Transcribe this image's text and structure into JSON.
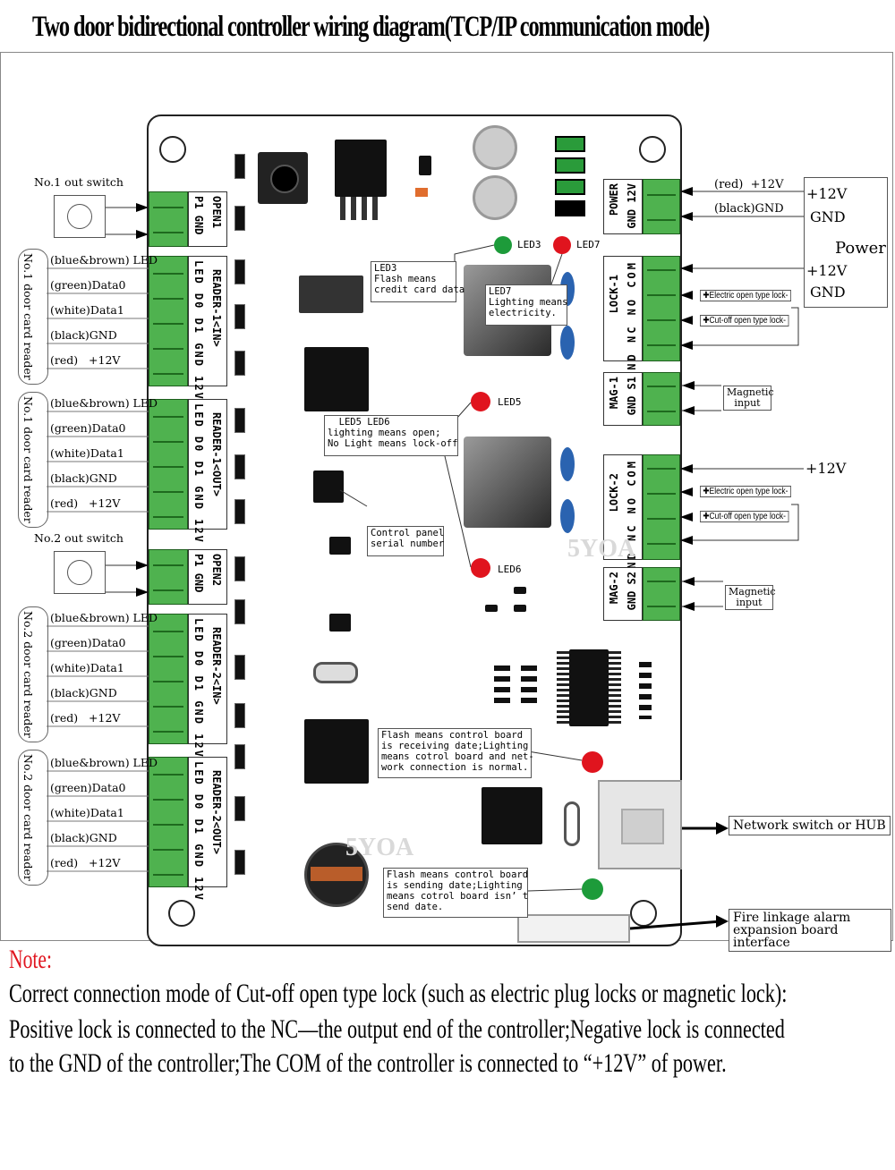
{
  "title": "Two door bidirectional controller wiring diagram(TCP/IP communication mode)",
  "left_side": {
    "out_switch_1": "No.1 out switch",
    "out_switch_2": "No.2 out switch",
    "reader_groups": [
      {
        "side_label": "No.1 door card reader"
      },
      {
        "side_label": "No.1 door card reader"
      },
      {
        "side_label": "No.2 door card reader"
      },
      {
        "side_label": "No.2 door card reader"
      }
    ],
    "wire_labels": {
      "led": "(blue&brown) LED",
      "data0": "(green)Data0",
      "data1": "(white)Data1",
      "gnd": "(black)GND",
      "v12": "(red)   +12V"
    }
  },
  "board_terminals": {
    "open1": {
      "name": "OPEN1",
      "pins": "P1 GND"
    },
    "reader1_in": {
      "name": "READER-1<IN>",
      "pins": "LED D0 D1 GND 12V"
    },
    "reader1_out": {
      "name": "READER-1<OUT>",
      "pins": "LED D0 D1 GND 12V"
    },
    "open2": {
      "name": "OPEN2",
      "pins": "P1 GND"
    },
    "reader2_in": {
      "name": "READER-2<IN>",
      "pins": "LED D0 D1 GND 12V"
    },
    "reader2_out": {
      "name": "READER-2<OUT>",
      "pins": "LED D0 D1 GND 12V"
    },
    "power": {
      "name": "POWER",
      "pins": "GND 12V"
    },
    "lock1": {
      "name": "LOCK-1",
      "pins": "GND NC NO COM"
    },
    "mag1": {
      "name": "MAG-1",
      "pins": "GND S1"
    },
    "lock2": {
      "name": "LOCK-2",
      "pins": "GND NC NO COM"
    },
    "mag2": {
      "name": "MAG-2",
      "pins": "GND S2"
    }
  },
  "leds": {
    "led3": "LED3",
    "led7": "LED7",
    "led5": "LED5",
    "led6": "LED6",
    "colors": {
      "green": "#1d9b3a",
      "red": "#e0141e"
    }
  },
  "callouts": {
    "led3": "LED3\nFlash means\ncredit card data",
    "led7": "LED7\nLighting means\nelectricity.",
    "led56": "  LED5 LED6\nlighting means open;\nNo Light means lock-off",
    "panel": "Control panel\nserial number",
    "receive": "Flash means control board\nis receiving date;Lighting\nmeans cotrol board and net-\nwork connection is normal.",
    "send": "Flash means control board\nis sending date;Lighting\nmeans cotrol board isn’ t\nsend date."
  },
  "right_side": {
    "red_12v": "(red)  +12V",
    "black_gnd": "(black)GND",
    "power": {
      "v12_a": "+12V",
      "gnd_a": "GND",
      "label": "Power",
      "v12_b": "+12V",
      "gnd_b": "GND"
    },
    "electric_lock": "Electric open type lock",
    "cutoff_lock": "Cut-off open type lock",
    "magnetic_input": "Magnetic input",
    "v12_lock2": "+12V",
    "network": "Network switch or HUB",
    "fire": "Fire linkage alarm expansion board interface"
  },
  "watermark": "5YOA",
  "note": {
    "title": "Note:",
    "line1": "Correct connection mode of Cut-off open type lock (such as electric plug locks or magnetic lock):",
    "line2": "Positive lock is connected to the NC—the output end of the controller;Negative lock is connected",
    "line3": "to the GND of the controller;The COM of the controller is connected to “+12V” of power."
  }
}
